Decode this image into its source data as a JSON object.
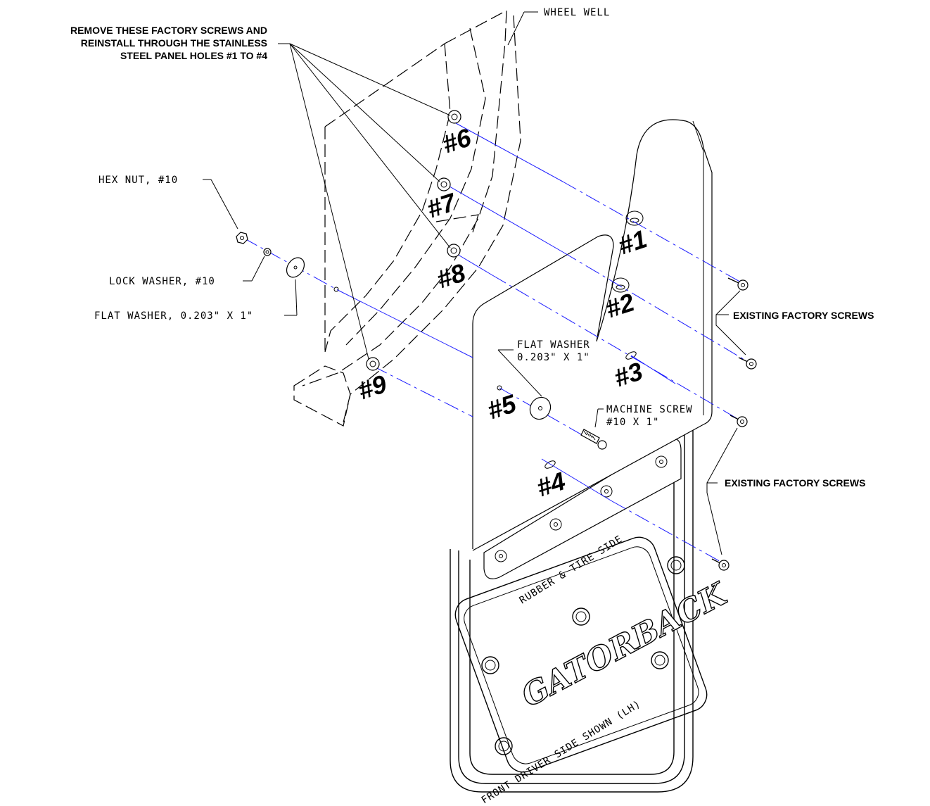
{
  "callouts": {
    "remove_line1": "REMOVE THESE FACTORY SCREWS AND",
    "remove_line2": "REINSTALL THROUGH THE STAINLESS",
    "remove_line3": "STEEL PANEL HOLES #1 TO #4",
    "wheel_well": "WHEEL WELL",
    "hex_nut": "HEX NUT, #10",
    "lock_washer": "LOCK WASHER, #10",
    "flat_washer_left": "FLAT WASHER, 0.203\" X 1\"",
    "flat_washer_center_1": "FLAT WASHER",
    "flat_washer_center_2": "0.203\" X 1\"",
    "machine_screw_1": "MACHINE SCREW",
    "machine_screw_2": "#10 X 1\"",
    "existing_screws_upper": "EXISTING FACTORY SCREWS",
    "existing_screws_lower": "EXISTING FACTORY SCREWS",
    "rubber_side": "RUBBER & TIRE SIDE",
    "front_driver": "FRONT DRIVER SIDE SHOWN (LH)",
    "brand_logo": "GATORBACK"
  },
  "holes": {
    "h1": "#1",
    "h2": "#2",
    "h3": "#3",
    "h4": "#4",
    "h5": "#5",
    "h6": "#6",
    "h7": "#7",
    "h8": "#8",
    "h9": "#9"
  },
  "colors": {
    "line": "#000000",
    "centerline": "#1a1aff",
    "background": "#ffffff"
  }
}
